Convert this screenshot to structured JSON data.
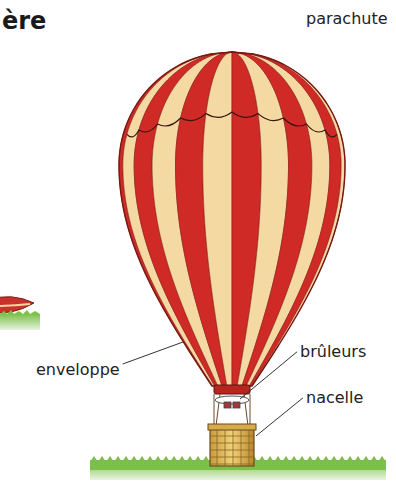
{
  "diagram": {
    "title": "ère",
    "labels": [
      "parachute",
      "enveloppe",
      "brûleurs",
      "nacelle"
    ]
  }
}
